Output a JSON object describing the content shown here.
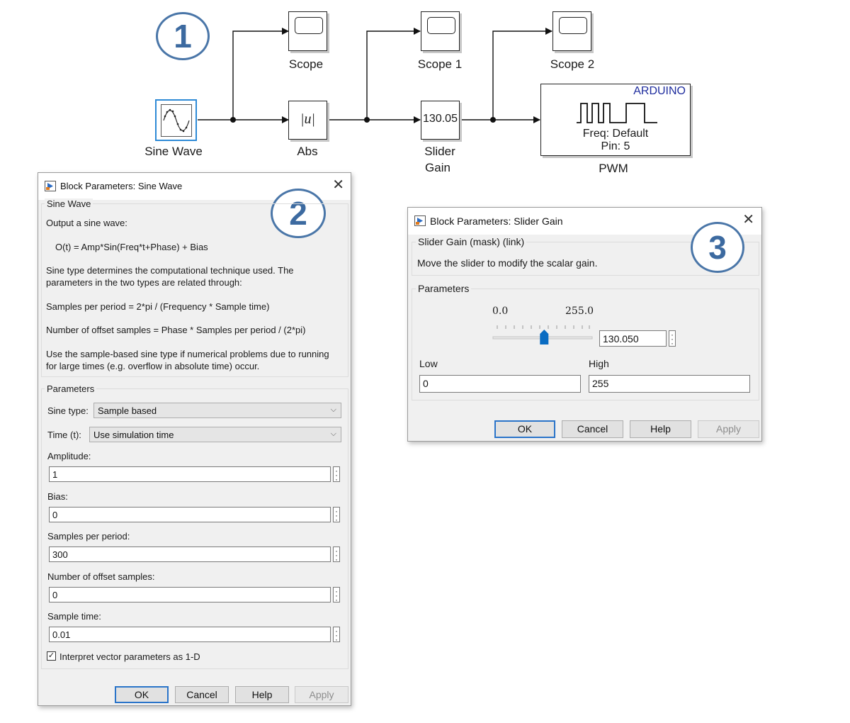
{
  "model": {
    "callout": "1",
    "blocks": {
      "sine_wave": "Sine Wave",
      "abs": "Abs",
      "abs_symbol": "|u|",
      "scope": "Scope",
      "scope1": "Scope 1",
      "scope2": "Scope 2",
      "slider_gain_line1": "Slider",
      "slider_gain_line2": "Gain",
      "slider_gain_value": "130.05",
      "pwm": "PWM",
      "pwm_header": "ARDUINO",
      "pwm_freq": "Freq: Default",
      "pwm_pin": "Pin: 5"
    },
    "colors": {
      "arduino": "#1f2d9e",
      "selected": "#2e8ad6"
    }
  },
  "sine_dialog": {
    "callout": "2",
    "title": "Block Parameters: Sine Wave",
    "section": "Sine Wave",
    "desc1": "Output a sine wave:",
    "formula": "O(t) = Amp*Sin(Freq*t+Phase) + Bias",
    "desc2a": "Sine type determines the computational technique used. The",
    "desc2b": "parameters in the two types are related through:",
    "desc3": "Samples per period = 2*pi / (Frequency * Sample time)",
    "desc4": "Number of offset samples = Phase * Samples per period / (2*pi)",
    "desc5a": "Use the sample-based sine type if numerical problems due to running",
    "desc5b": "for large times (e.g. overflow in absolute time) occur.",
    "params_legend": "Parameters",
    "sine_type_label": "Sine type:",
    "sine_type_value": "Sample based",
    "time_label": "Time (t):",
    "time_value": "Use simulation time",
    "amplitude_label": "Amplitude:",
    "amplitude_value": "1",
    "bias_label": "Bias:",
    "bias_value": "0",
    "spp_label": "Samples per period:",
    "spp_value": "300",
    "offset_label": "Number of offset samples:",
    "offset_value": "0",
    "sample_time_label": "Sample time:",
    "sample_time_value": "0.01",
    "interpret_label": "Interpret vector parameters as 1-D",
    "interpret_checked": true,
    "ok": "OK",
    "cancel": "Cancel",
    "help": "Help",
    "apply": "Apply"
  },
  "slider_dialog": {
    "callout": "3",
    "title": "Block Parameters: Slider Gain",
    "section": "Slider Gain (mask) (link)",
    "desc": "Move the slider to modify the scalar gain.",
    "params_legend": "Parameters",
    "min_label": "0.0",
    "max_label": "255.0",
    "value": "130.050",
    "slider_fraction": 0.51,
    "low_label": "Low",
    "low_value": "0",
    "high_label": "High",
    "high_value": "255",
    "ok": "OK",
    "cancel": "Cancel",
    "help": "Help",
    "apply": "Apply"
  }
}
